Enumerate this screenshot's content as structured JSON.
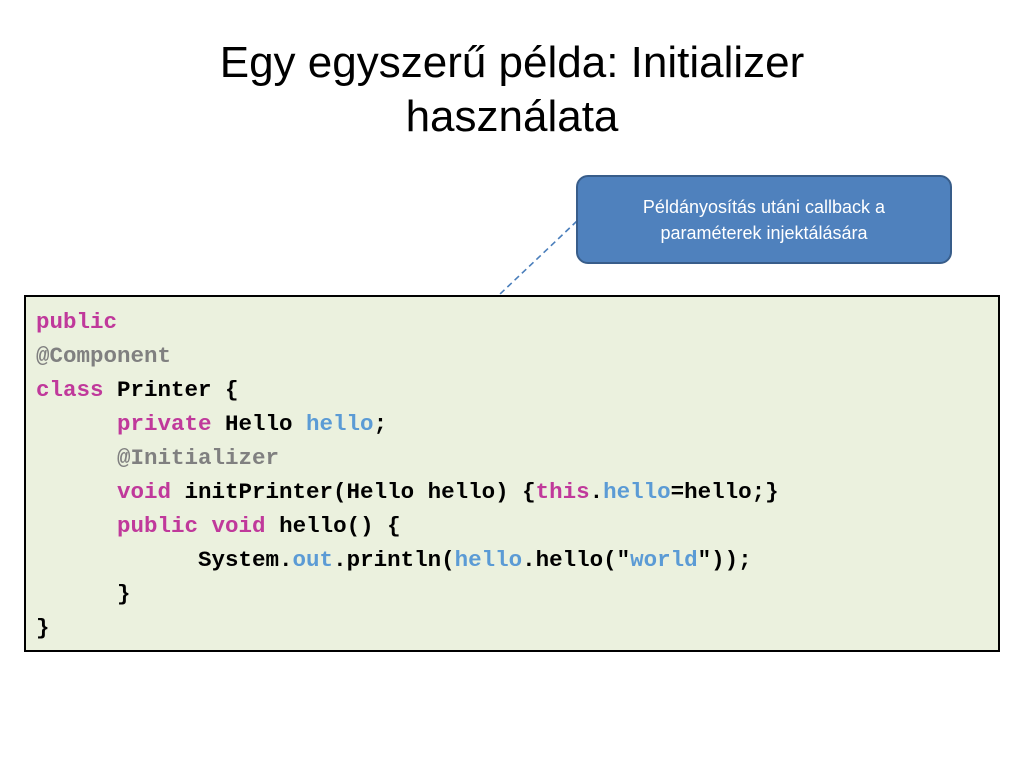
{
  "title": {
    "line1": "Egy egyszerű példa: Initializer",
    "line2": "használata"
  },
  "callout": {
    "line1": "Példányosítás utáni callback a",
    "line2": "paraméterek injektálására"
  },
  "code": {
    "lines": [
      [
        {
          "t": "public",
          "s": "kw"
        }
      ],
      [
        {
          "t": "@Component",
          "s": "ann"
        }
      ],
      [
        {
          "t": "class",
          "s": "kw"
        },
        {
          "t": " Printer {"
        }
      ],
      [
        {
          "t": "      "
        },
        {
          "t": "private",
          "s": "kw"
        },
        {
          "t": " Hello "
        },
        {
          "t": "hello",
          "s": "fld"
        },
        {
          "t": ";"
        }
      ],
      [
        {
          "t": "      "
        },
        {
          "t": "@Initializer",
          "s": "ann"
        }
      ],
      [
        {
          "t": "      "
        },
        {
          "t": "void",
          "s": "kw"
        },
        {
          "t": " initPrinter(Hello hello) {"
        },
        {
          "t": "this",
          "s": "kw"
        },
        {
          "t": "."
        },
        {
          "t": "hello",
          "s": "fld"
        },
        {
          "t": "=hello;}"
        }
      ],
      [
        {
          "t": "      "
        },
        {
          "t": "public",
          "s": "kw"
        },
        {
          "t": " "
        },
        {
          "t": "void",
          "s": "kw"
        },
        {
          "t": " hello() {"
        }
      ],
      [
        {
          "t": "            System."
        },
        {
          "t": "out",
          "s": "fld"
        },
        {
          "t": ".println("
        },
        {
          "t": "hello",
          "s": "fld"
        },
        {
          "t": ".hello(\""
        },
        {
          "t": "world",
          "s": "fld"
        },
        {
          "t": "\"));"
        }
      ],
      [
        {
          "t": "      }"
        }
      ],
      [
        {
          "t": "}"
        }
      ]
    ]
  },
  "colors": {
    "keyword": "#c0399b",
    "annotation": "#808080",
    "field": "#5b9bd5",
    "callout_fill": "#4f81bd",
    "code_background": "#ebf1de",
    "connector": "#4a7ebb"
  }
}
